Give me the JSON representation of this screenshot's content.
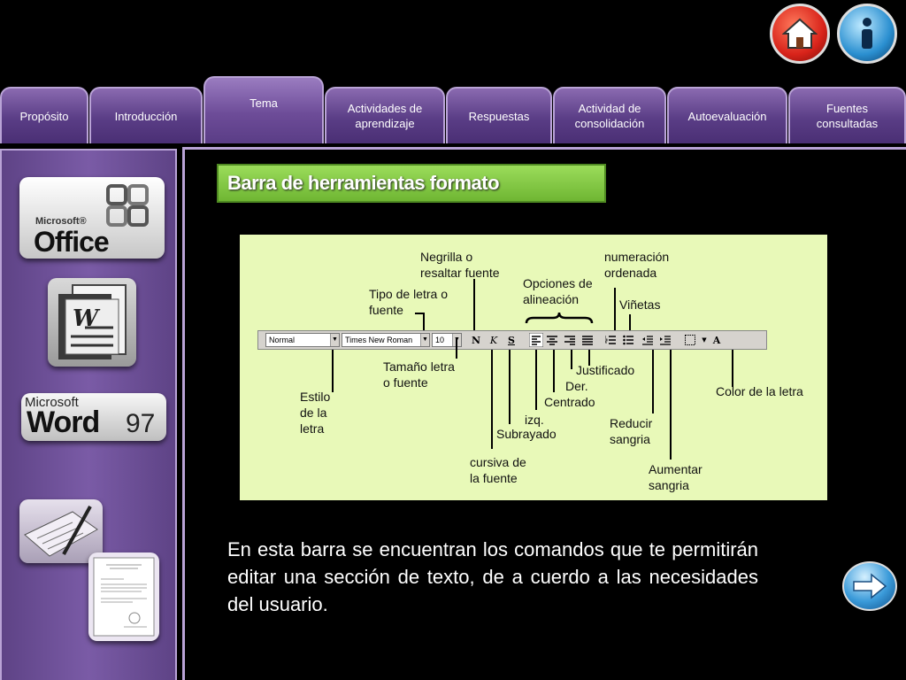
{
  "nav": {
    "home_icon": "home-icon",
    "info_icon": "info-icon",
    "next_icon": "arrow-right-icon"
  },
  "tabs": [
    {
      "label": "Propósito"
    },
    {
      "label": "Introducción"
    },
    {
      "label": "Tema",
      "active": true
    },
    {
      "label": "Actividades de aprendizaje"
    },
    {
      "label": "Respuestas"
    },
    {
      "label": "Actividad de consolidación"
    },
    {
      "label": "Autoevaluación"
    },
    {
      "label": "Fuentes consultadas"
    }
  ],
  "sidebar": {
    "office": {
      "small": "Microsoft®",
      "big": "Office"
    },
    "word97": {
      "small": "Microsoft",
      "big": "Word",
      "version": "97"
    },
    "word_letter": "W"
  },
  "main": {
    "heading": "Barra de herramientas formato",
    "body": "En  esta barra se encuentran los comandos que te permitirán editar una sección de texto, de a cuerdo a las necesidades del usuario."
  },
  "figure": {
    "toolbar": {
      "style": "Normal",
      "font": "Times New Roman",
      "size": "10",
      "bold": "N",
      "italic": "K",
      "underline": "S",
      "font_color": "A"
    },
    "labels": {
      "negrilla": "Negrilla o\nresaltar fuente",
      "tipo_letra": "Tipo de letra o\nfuente",
      "opciones": "Opciones de\nalineación",
      "numeracion": "numeración\nordenada",
      "vinetas": "Viñetas",
      "tamano": "Tamaño letra\no fuente",
      "estilo": "Estilo\nde la\nletra",
      "justificado": "Justificado",
      "der": "Der.",
      "centrado": "Centrado",
      "izq": "izq.",
      "subrayado": "Subrayado",
      "cursiva": "cursiva de\nla fuente",
      "reducir": "Reducir\nsangria",
      "aumentar": "Aumentar\nsangria",
      "color": "Color de la letra"
    }
  }
}
